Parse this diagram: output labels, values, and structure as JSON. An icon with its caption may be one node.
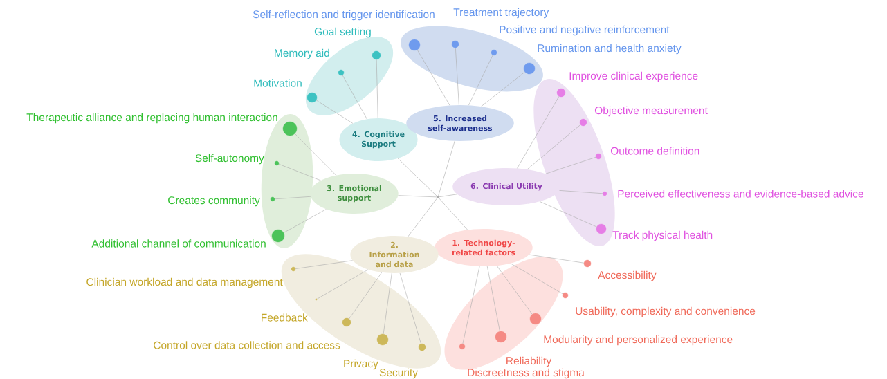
{
  "diagram": {
    "nodes": [
      {
        "text": [],
        "shape": "circle"
      },
      {
        "text": [
          "1. Technology-related factors"
        ]
      },
      {
        "text": [],
        "shape": "circle",
        "beside": [
          "Accessibility"
        ]
      },
      {
        "text": [],
        "shape": "circle",
        "beside": [
          "Usability,  complexity and convenience"
        ]
      },
      {
        "text": [],
        "shape": "circle",
        "beside": [
          "Modularity and personalized experience"
        ]
      },
      {
        "text": [],
        "shape": "circle",
        "beside": [
          "Reliability"
        ]
      },
      {
        "text": [],
        "shape": "circle",
        "beside": [
          "Discreetness and stigma"
        ]
      },
      {
        "text": [
          "2. Information and data"
        ]
      },
      {
        "text": [],
        "shape": "circle",
        "beside": [
          "Clinician workload and data management"
        ]
      },
      {
        "text": [],
        "shape": "circle",
        "beside": [
          "Feedback"
        ]
      },
      {
        "text": [],
        "shape": "circle",
        "beside": [
          "Control over data collection and access"
        ]
      },
      {
        "text": [],
        "shape": "circle",
        "beside": [
          "Privacy"
        ]
      },
      {
        "text": [],
        "shape": "circle",
        "beside": [
          "Security"
        ]
      },
      {
        "text": [
          "3. Emotional support"
        ]
      },
      {
        "text": [],
        "shape": "circle",
        "beside": [
          "Therapeutic alliance and replacing human interaction"
        ]
      },
      {
        "text": [],
        "shape": "circle",
        "beside": [
          "Self-autonomy"
        ]
      },
      {
        "text": [],
        "shape": "circle",
        "beside": [
          "Creates community"
        ]
      },
      {
        "text": [],
        "shape": "circle",
        "beside": [
          "Additional channel of communication"
        ]
      },
      {
        "text": [
          "4. Cognitive Support"
        ]
      },
      {
        "text": [],
        "shape": "circle",
        "beside": [
          "Goal setting"
        ]
      },
      {
        "text": [],
        "shape": "circle",
        "beside": [
          "Memory aid"
        ]
      },
      {
        "text": [],
        "shape": "circle",
        "beside": [
          "Motivation"
        ]
      },
      {
        "text": [
          "5. Increased self-awareness"
        ]
      },
      {
        "text": [],
        "shape": "circle",
        "beside": [
          "Self-reflection and trigger identification"
        ]
      },
      {
        "text": [],
        "shape": "circle",
        "beside": [
          "Treatment trajectory"
        ]
      },
      {
        "text": [],
        "shape": "circle",
        "beside": [
          "Positive and negative reinforcement"
        ]
      },
      {
        "text": [],
        "shape": "circle",
        "beside": [
          "Rumination and health anxiety"
        ]
      },
      {
        "text": [
          "6. Clinical Utility"
        ]
      },
      {
        "text": [],
        "shape": "circle",
        "beside": [
          "Improve clinical experience"
        ]
      },
      {
        "text": [],
        "shape": "circle",
        "beside": [
          "Objective measurement"
        ]
      },
      {
        "text": [],
        "shape": "circle",
        "beside": [
          "Outcome definition"
        ]
      },
      {
        "text": [],
        "shape": "circle",
        "beside": [
          "Perceived effectiveness and evidence-based advice"
        ]
      },
      {
        "text": [],
        "shape": "circle",
        "beside": [
          "Track physical health"
        ]
      }
    ],
    "edges": [
      {
        "from": 1,
        "to": 0,
        "arrow": "none"
      },
      {
        "from": 7,
        "to": 0,
        "arrow": "none"
      },
      {
        "from": 13,
        "to": 0,
        "arrow": "none"
      },
      {
        "from": 18,
        "to": 0,
        "arrow": "none"
      },
      {
        "from": 22,
        "to": 0,
        "arrow": "none"
      },
      {
        "from": 27,
        "to": 0,
        "arrow": "none"
      },
      {
        "from": 1,
        "to": 2,
        "arrow": "none"
      },
      {
        "from": 1,
        "to": 3,
        "arrow": "none"
      },
      {
        "from": 1,
        "to": 4,
        "arrow": "none"
      },
      {
        "from": 1,
        "to": 5,
        "arrow": "none"
      },
      {
        "from": 1,
        "to": 6,
        "arrow": "none"
      },
      {
        "from": 7,
        "to": 8,
        "arrow": "none"
      },
      {
        "from": 7,
        "to": 9,
        "arrow": "none"
      },
      {
        "from": 7,
        "to": 10,
        "arrow": "none"
      },
      {
        "from": 7,
        "to": 11,
        "arrow": "none"
      },
      {
        "from": 7,
        "to": 12,
        "arrow": "none"
      },
      {
        "from": 13,
        "to": 14,
        "arrow": "none"
      },
      {
        "from": 13,
        "to": 15,
        "arrow": "none"
      },
      {
        "from": 13,
        "to": 16,
        "arrow": "none"
      },
      {
        "from": 13,
        "to": 17,
        "arrow": "none"
      },
      {
        "from": 18,
        "to": 19,
        "arrow": "none"
      },
      {
        "from": 18,
        "to": 20,
        "arrow": "none"
      },
      {
        "from": 18,
        "to": 21,
        "arrow": "none"
      },
      {
        "from": 22,
        "to": 23,
        "arrow": "none"
      },
      {
        "from": 22,
        "to": 24,
        "arrow": "none"
      },
      {
        "from": 22,
        "to": 25,
        "arrow": "none"
      },
      {
        "from": 22,
        "to": 26,
        "arrow": "none"
      },
      {
        "from": 27,
        "to": 28,
        "arrow": "none"
      },
      {
        "from": 27,
        "to": 29,
        "arrow": "none"
      },
      {
        "from": 27,
        "to": 30,
        "arrow": "none"
      },
      {
        "from": 27,
        "to": 31,
        "arrow": "none"
      },
      {
        "from": 27,
        "to": 32,
        "arrow": "none"
      }
    ]
  }
}
